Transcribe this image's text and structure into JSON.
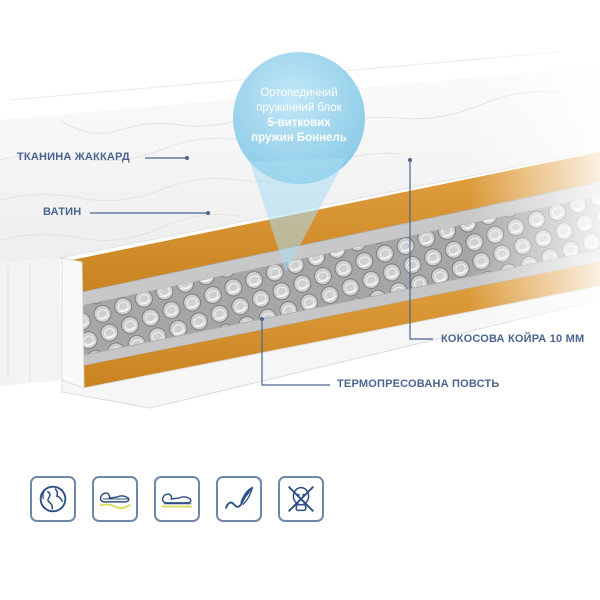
{
  "bubble": {
    "line1": "Ортопедичний",
    "line2": "пружинний блок",
    "line3": "5-виткових",
    "line4": "пружин Боннель",
    "color": "#8fd0ec"
  },
  "callouts": {
    "jacquard": "ТКАНИНА ЖАККАРД",
    "batting": "ВАТИН",
    "coir": "КОКОСОВА КОЙРА 10 ММ",
    "felt": "ТЕРМОПРЕСОВАНА ПОВСТЬ"
  },
  "colors": {
    "label": "#4a6591",
    "line": "#4a6591",
    "coir": "#d4902a",
    "felt": "#b9b9b9",
    "springs": "#8d8d8d",
    "icon_stroke": "#2e4f86",
    "icon_accent": "#d7dc5a"
  },
  "icons": [
    {
      "name": "globe-eco-icon"
    },
    {
      "name": "body-support-soft-icon"
    },
    {
      "name": "body-support-firm-icon"
    },
    {
      "name": "breathable-feather-icon"
    },
    {
      "name": "hypoallergenic-no-dust-mite-icon"
    }
  ]
}
